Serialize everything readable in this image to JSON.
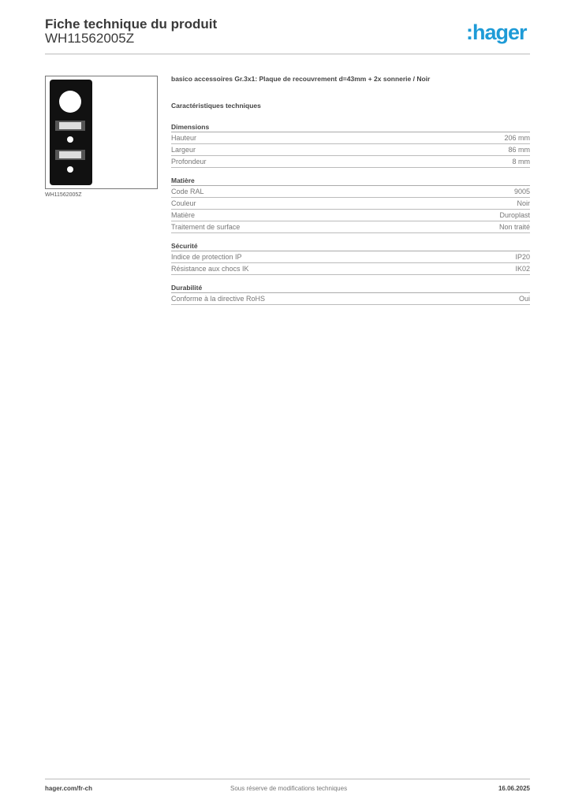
{
  "header": {
    "title": "Fiche technique du produit",
    "product_code": "WH11562005Z",
    "logo_text": ":hager",
    "brand_color": "#1e9bd7"
  },
  "product": {
    "image_caption": "WH11562005Z",
    "description": "basico accessoires Gr.3x1: Plaque de recouvrement d=43mm + 2x sonnerie / Noir"
  },
  "specs_title": "Caractéristiques techniques",
  "sections": [
    {
      "title": "Dimensions",
      "rows": [
        {
          "label": "Hauteur",
          "value": "206 mm"
        },
        {
          "label": "Largeur",
          "value": "86 mm"
        },
        {
          "label": "Profondeur",
          "value": "8 mm"
        }
      ]
    },
    {
      "title": "Matière",
      "rows": [
        {
          "label": "Code RAL",
          "value": "9005"
        },
        {
          "label": "Couleur",
          "value": "Noir"
        },
        {
          "label": "Matière",
          "value": "Duroplast"
        },
        {
          "label": "Traitement de surface",
          "value": "Non traité"
        }
      ]
    },
    {
      "title": "Sécurité",
      "rows": [
        {
          "label": "Indice de protection IP",
          "value": "IP20"
        },
        {
          "label": "Résistance aux chocs IK",
          "value": "IK02"
        }
      ]
    },
    {
      "title": "Durabilité",
      "rows": [
        {
          "label": "Conforme à la directive RoHS",
          "value": "Oui"
        }
      ]
    }
  ],
  "footer": {
    "website": "hager.com/fr-ch",
    "disclaimer": "Sous réserve de modifications techniques",
    "date": "16.06.2025"
  }
}
